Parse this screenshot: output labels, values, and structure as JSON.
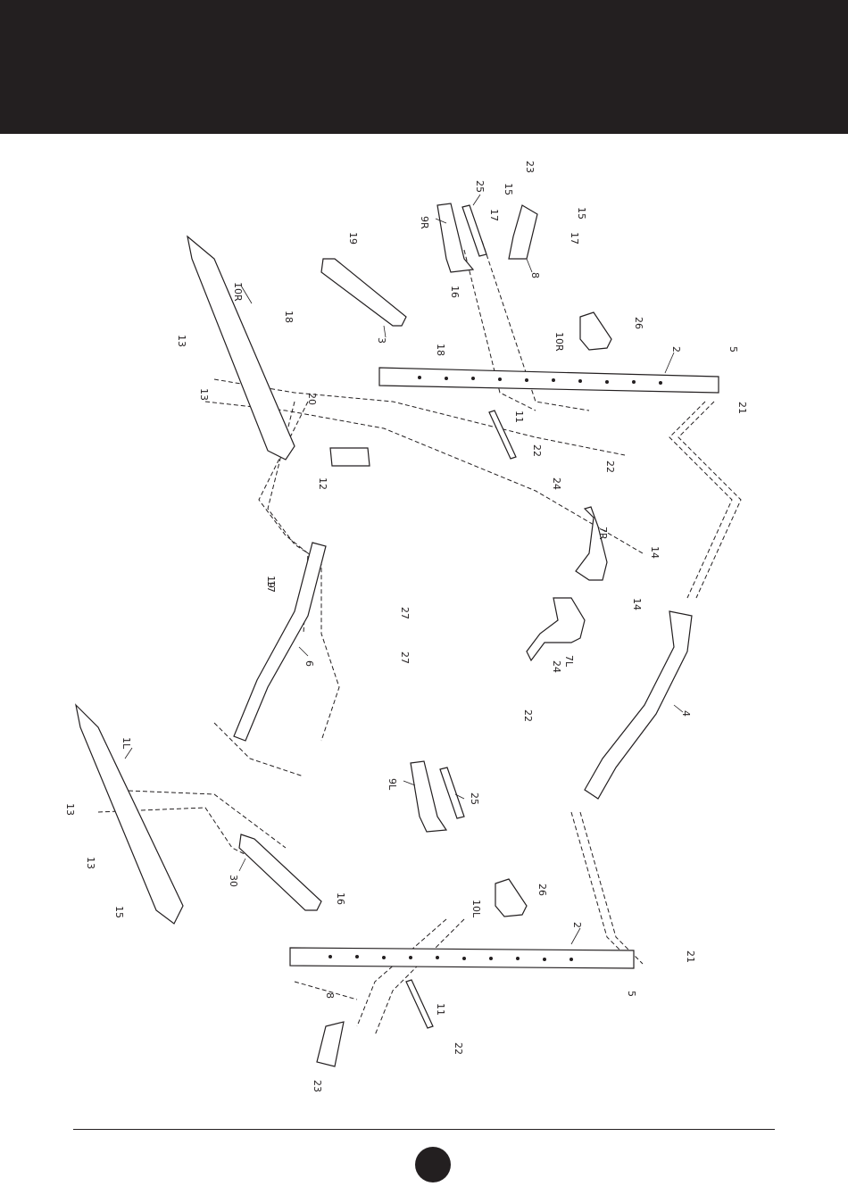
{
  "colors": {
    "header": "#231f20",
    "ink": "#231f20",
    "paper": "#ffffff"
  },
  "parts": {
    "upright_left": "2",
    "upright_right": "2",
    "base_left": "1L",
    "base_right": "10R",
    "top_left": "30",
    "top_right": "3",
    "rear_brace": "6",
    "front_brace": "4",
    "hook_left": "9L",
    "hook_right": "9R",
    "spotter_left": "10L",
    "spotter_right": "10R",
    "handle_left": "7L",
    "handle_right": "7R",
    "bar_holder_left": "8",
    "bar_holder_right": "8",
    "pin_left": "11",
    "pin_right": "11",
    "post_12": "12"
  },
  "labels": [
    {
      "id": "l-23a",
      "text": "23"
    },
    {
      "id": "l-25a",
      "text": "25"
    },
    {
      "id": "l-15a",
      "text": "15"
    },
    {
      "id": "l-15b",
      "text": "15"
    },
    {
      "id": "l-17a",
      "text": "17"
    },
    {
      "id": "l-17b",
      "text": "17"
    },
    {
      "id": "l-9R",
      "text": "9R"
    },
    {
      "id": "l-8a",
      "text": "8"
    },
    {
      "id": "l-10OR",
      "text": "10R"
    },
    {
      "id": "l-10ORb",
      "text": "10R"
    },
    {
      "id": "l-26a",
      "text": "26"
    },
    {
      "id": "l-2a",
      "text": "2"
    },
    {
      "id": "l-5a",
      "text": "5"
    },
    {
      "id": "l-21a",
      "text": "21"
    },
    {
      "id": "l-3",
      "text": "3"
    },
    {
      "id": "l-16a",
      "text": "16"
    },
    {
      "id": "l-18a",
      "text": "18"
    },
    {
      "id": "l-18b",
      "text": "18"
    },
    {
      "id": "l-20",
      "text": "20"
    },
    {
      "id": "l-12",
      "text": "12"
    },
    {
      "id": "l-11a",
      "text": "11"
    },
    {
      "id": "l-22a",
      "text": "22"
    },
    {
      "id": "l-22b",
      "text": "22"
    },
    {
      "id": "l-24a",
      "text": "24"
    },
    {
      "id": "l-7R",
      "text": "7R"
    },
    {
      "id": "l-14a",
      "text": "14"
    },
    {
      "id": "l-14b",
      "text": "14"
    },
    {
      "id": "l-27a",
      "text": "27"
    },
    {
      "id": "l-27b",
      "text": "27"
    },
    {
      "id": "l-7L",
      "text": "7L"
    },
    {
      "id": "l-24b",
      "text": "24"
    },
    {
      "id": "l-22c",
      "text": "22"
    },
    {
      "id": "l-6",
      "text": "6"
    },
    {
      "id": "l-4",
      "text": "4"
    },
    {
      "id": "l-1L",
      "text": "1L"
    },
    {
      "id": "l-13a",
      "text": "13"
    },
    {
      "id": "l-13b",
      "text": "13"
    },
    {
      "id": "l-9L",
      "text": "9L"
    },
    {
      "id": "l-25b",
      "text": "25"
    },
    {
      "id": "l-30",
      "text": "30"
    },
    {
      "id": "l-10L",
      "text": "10L"
    },
    {
      "id": "l-26b",
      "text": "26"
    },
    {
      "id": "l-2b",
      "text": "2"
    },
    {
      "id": "l-21b",
      "text": "21"
    },
    {
      "id": "l-5b",
      "text": "5"
    },
    {
      "id": "l-11b",
      "text": "11"
    },
    {
      "id": "l-22d",
      "text": "22"
    },
    {
      "id": "l-8b",
      "text": "8"
    },
    {
      "id": "l-23b",
      "text": "23"
    },
    {
      "id": "l-19a",
      "text": "19"
    },
    {
      "id": "l-19b",
      "text": "19"
    },
    {
      "id": "l-16b",
      "text": "16"
    },
    {
      "id": "l-17c",
      "text": "17"
    },
    {
      "id": "l-15c",
      "text": "15"
    }
  ]
}
